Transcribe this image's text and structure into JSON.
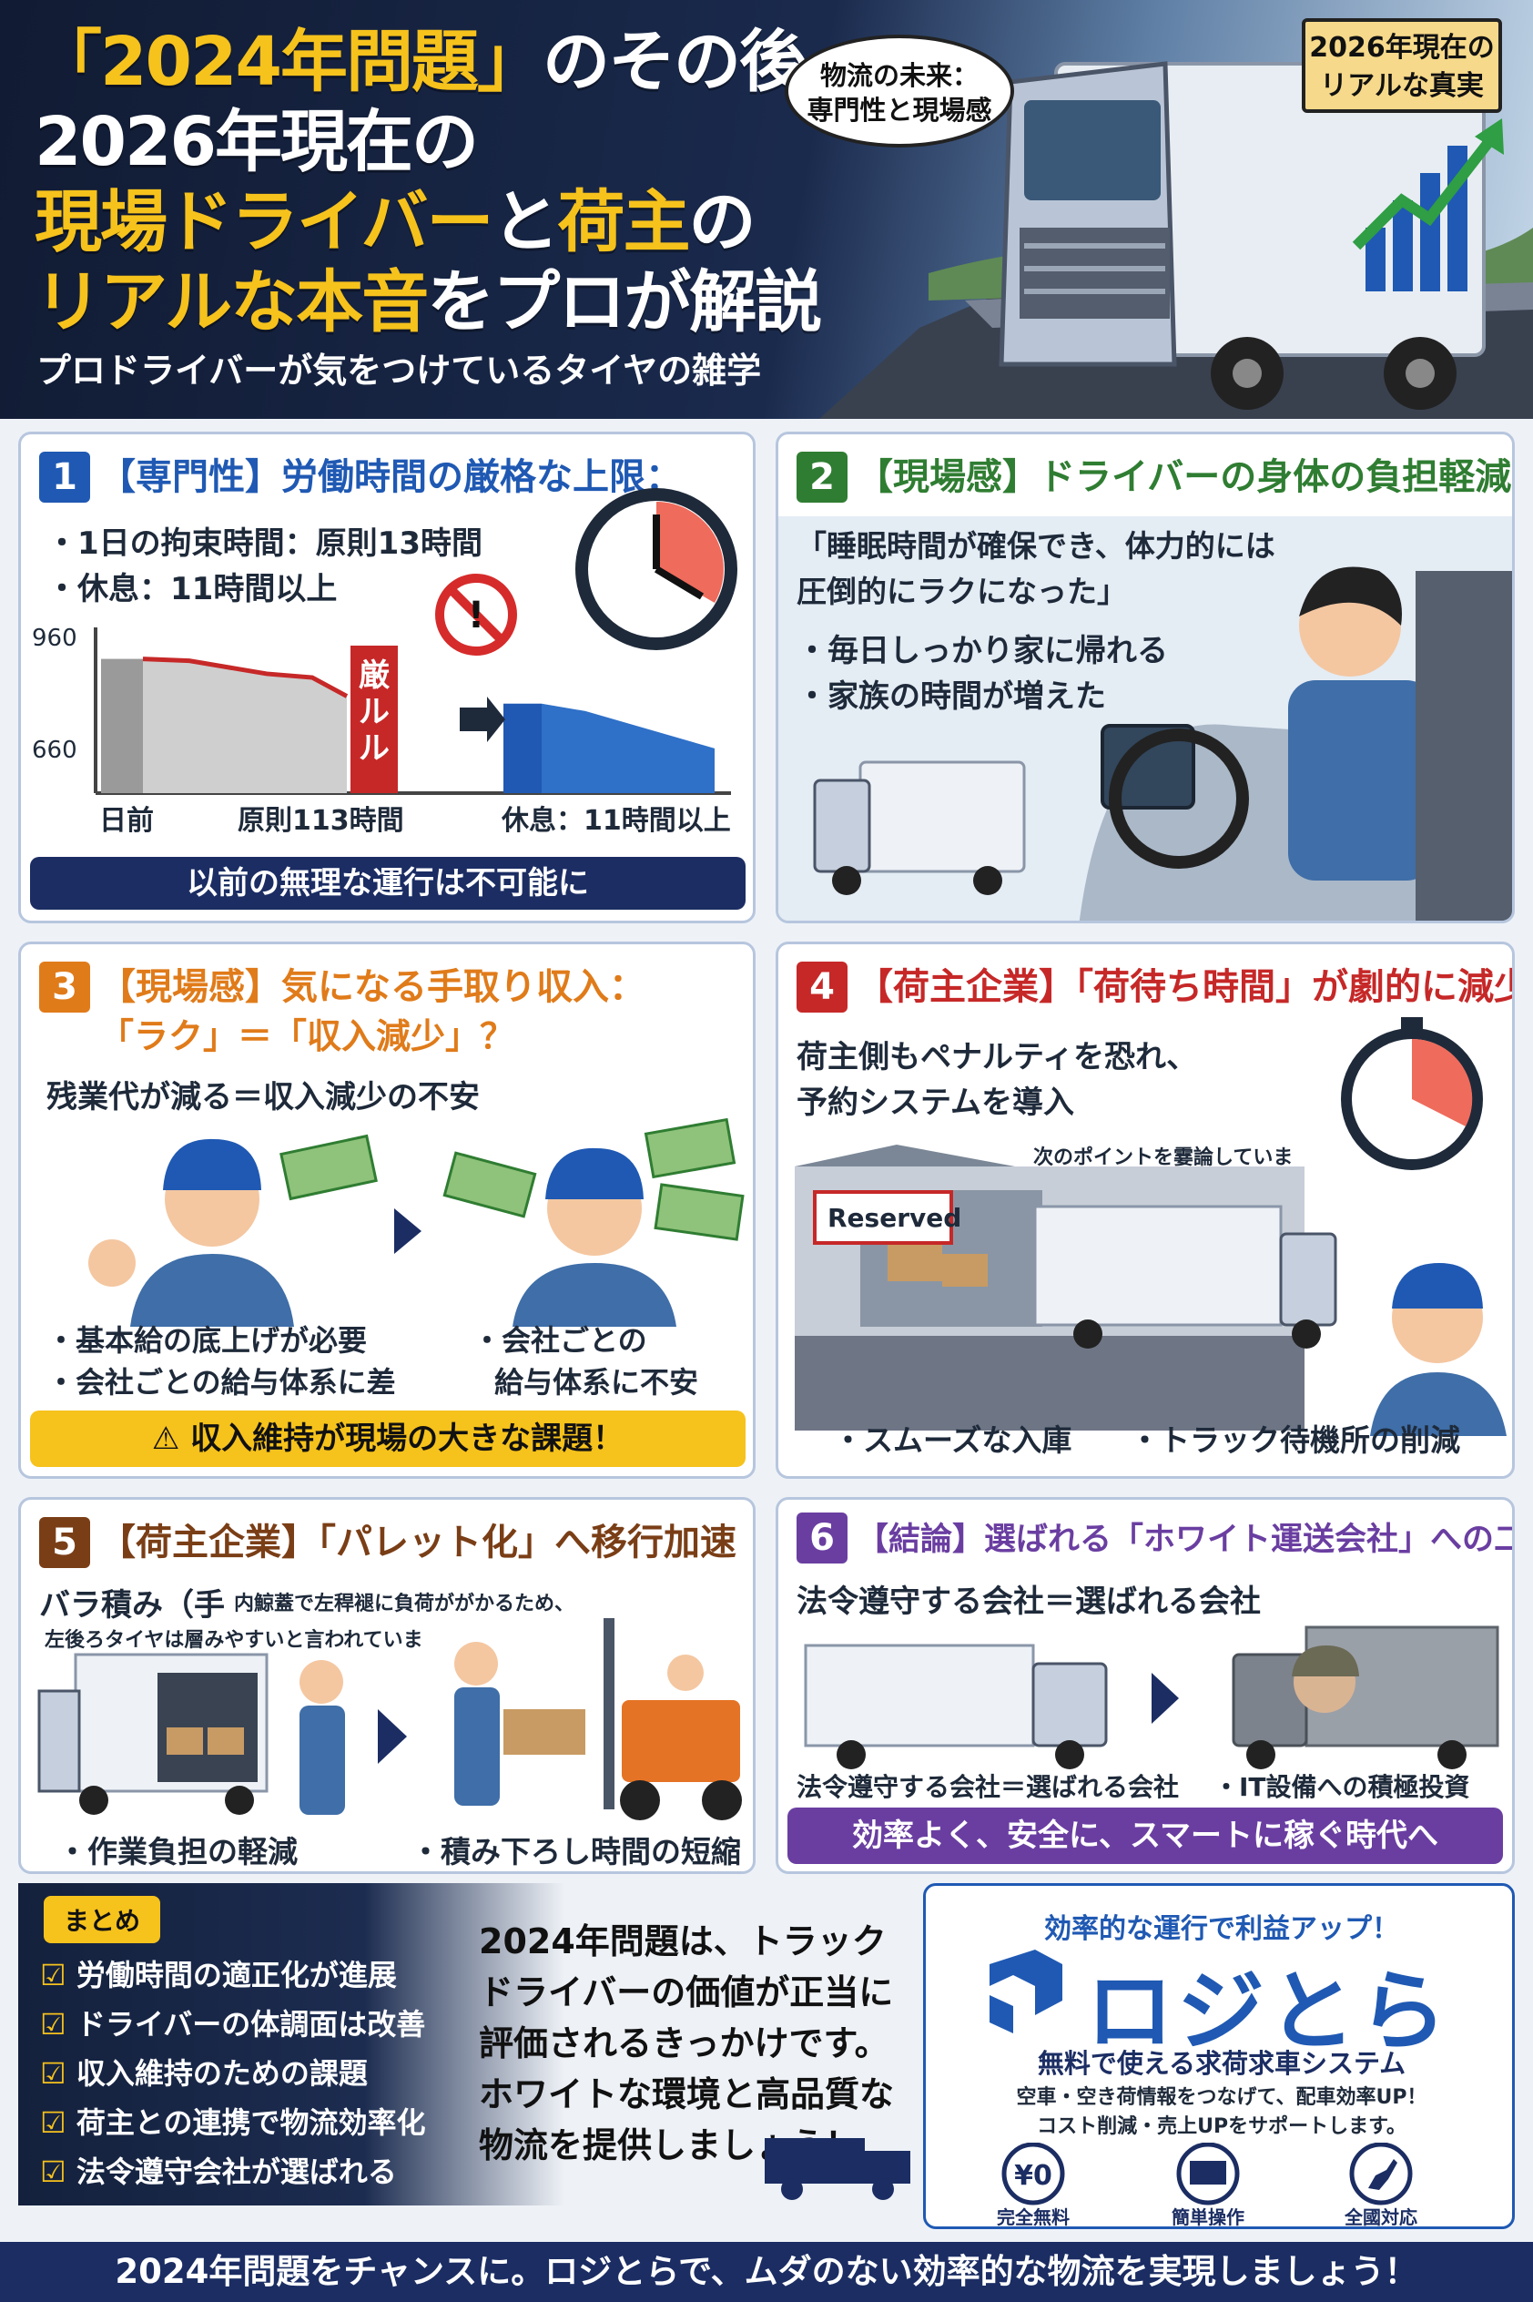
{
  "hero": {
    "title_l1_hl": "「2024年問題」",
    "title_l1_rest": "のその後。",
    "title_l2": "2026年現在の",
    "title_l3_hl": "現場ドライバー",
    "title_l3_mid": "と",
    "title_l3_hl2": "荷主",
    "title_l3_rest": "の",
    "title_l4_hl": "リアルな本音",
    "title_l4_rest": "をプロが解説",
    "subtitle": "プロドライバーが気をつけているタイヤの雑学",
    "bubble_l1": "物流の未来：",
    "bubble_l2": "専門性と現場感",
    "tag_l1": "2026年現在の",
    "tag_l2": "リアルな真実"
  },
  "s1": {
    "num": "1",
    "title": "【専門性】労働時間の厳格な上限：",
    "b1": "・1日の拘束時間：原則13時間",
    "b2": "・休息：11時間以上",
    "bar_label": "厳ルル",
    "band": "以前の無理な運行は不可能に"
  },
  "chart_data": {
    "type": "bar",
    "y_ticks": [
      "960",
      "660"
    ],
    "x_labels": [
      "日前",
      "原則113時間",
      "休息：11時間以上"
    ],
    "rule_label": "厳ルル",
    "ylim": [
      540,
      960
    ],
    "before": [
      {
        "x": 0,
        "v": 900
      },
      {
        "x": 1,
        "v": 895
      },
      {
        "x": 2,
        "v": 860
      },
      {
        "x": 3,
        "v": 850
      },
      {
        "x": 4,
        "v": 800
      }
    ],
    "after": [
      {
        "x": 0,
        "v": 780
      },
      {
        "x": 1,
        "v": 760
      },
      {
        "x": 2,
        "v": 660
      }
    ]
  },
  "s2": {
    "num": "2",
    "title": "【現場感】ドライバーの身体の負担軽減",
    "q1": "「睡眠時間が確保でき、体力的には",
    "q2": "圧倒的にラクになった」",
    "b1": "・毎日しっかり家に帰れる",
    "b2": "・家族の時間が増えた"
  },
  "s3": {
    "num": "3",
    "title1": "【現場感】気になる手取り収入：",
    "title2": "「ラク」＝「収入減少」？",
    "sub": "残業代が減る＝収入減少の不安",
    "l1": "・基本給の底上げが必要",
    "l2": "・会社ごとの給与体系に差",
    "r1": "・会社ごとの",
    "r2": "給与体系に不安",
    "band": "収入維持が現場の大きな課題！"
  },
  "s4": {
    "num": "4",
    "title": "【荷主企業】「荷待ち時間」が劇的に減少",
    "t1": "荷主側もペナルティを恐れ、",
    "t2": "予約システムを導入",
    "small": "次のポイントを霎論していま",
    "sign": "Reserved",
    "b1": "・スムーズな入庫",
    "b2": "・トラック待機所の削減"
  },
  "s5": {
    "num": "5",
    "title": "【荷主企業】「パレット化」へ移行加速",
    "t1": "バラ積み（手",
    "t1_small": "内鯨蓋で左稈褪に負荷ががかるため、",
    "t2_small": "左後ろタイヤは層みやすいと言われていま",
    "b1": "・作業負担の軽減",
    "b2": "・積み下ろし時間の短縮"
  },
  "s6": {
    "num": "6",
    "title": "【結論】選ばれる「ホワイト運送会社」への二極化",
    "t1": "法令遵守する会社＝選ばれる会社",
    "cap1": "法令遵守する会社＝選ばれる会社",
    "cap2": "・IT設備への積極投資",
    "band": "効率よく、安全に、スマートに稼ぐ時代へ"
  },
  "summary": {
    "label": "まとめ",
    "items": [
      "労働時間の適正化が進展",
      "ドライバーの体調面は改善",
      "収入維持のための課題",
      "荷主との連携で物流効率化",
      "法令遵守会社が選ばれる"
    ],
    "msg": [
      "2024年問題は、トラック",
      "ドライバーの価値が正当に",
      "評価されるきっかけです。",
      "ホワイトな環境と高品質な",
      "物流を提供しましょう！"
    ]
  },
  "ad": {
    "top": "効率的な運行で利益アップ！",
    "brand": "ロジとら",
    "tagline": "無料で使える求荷求車システム",
    "d1": "空車・空き荷情報をつなげて、配車効率UP！",
    "d2": "コスト削減・売上UPをサポートします。",
    "f1": "完全無料",
    "f2": "簡単操作",
    "f3": "全國対応",
    "yen": "¥0"
  },
  "footer": "2024年問題をチャンスに。ロジとらで、ムダのない効率的な物流を実現しましょう！",
  "colors": {
    "navy": "#1b2d63",
    "blue": "#1f59b3",
    "green": "#2f7d32",
    "orange": "#e07b1a",
    "red": "#c62828",
    "brown": "#7a3e16",
    "purple": "#6a3ea1",
    "gold": "#f6c21c"
  }
}
